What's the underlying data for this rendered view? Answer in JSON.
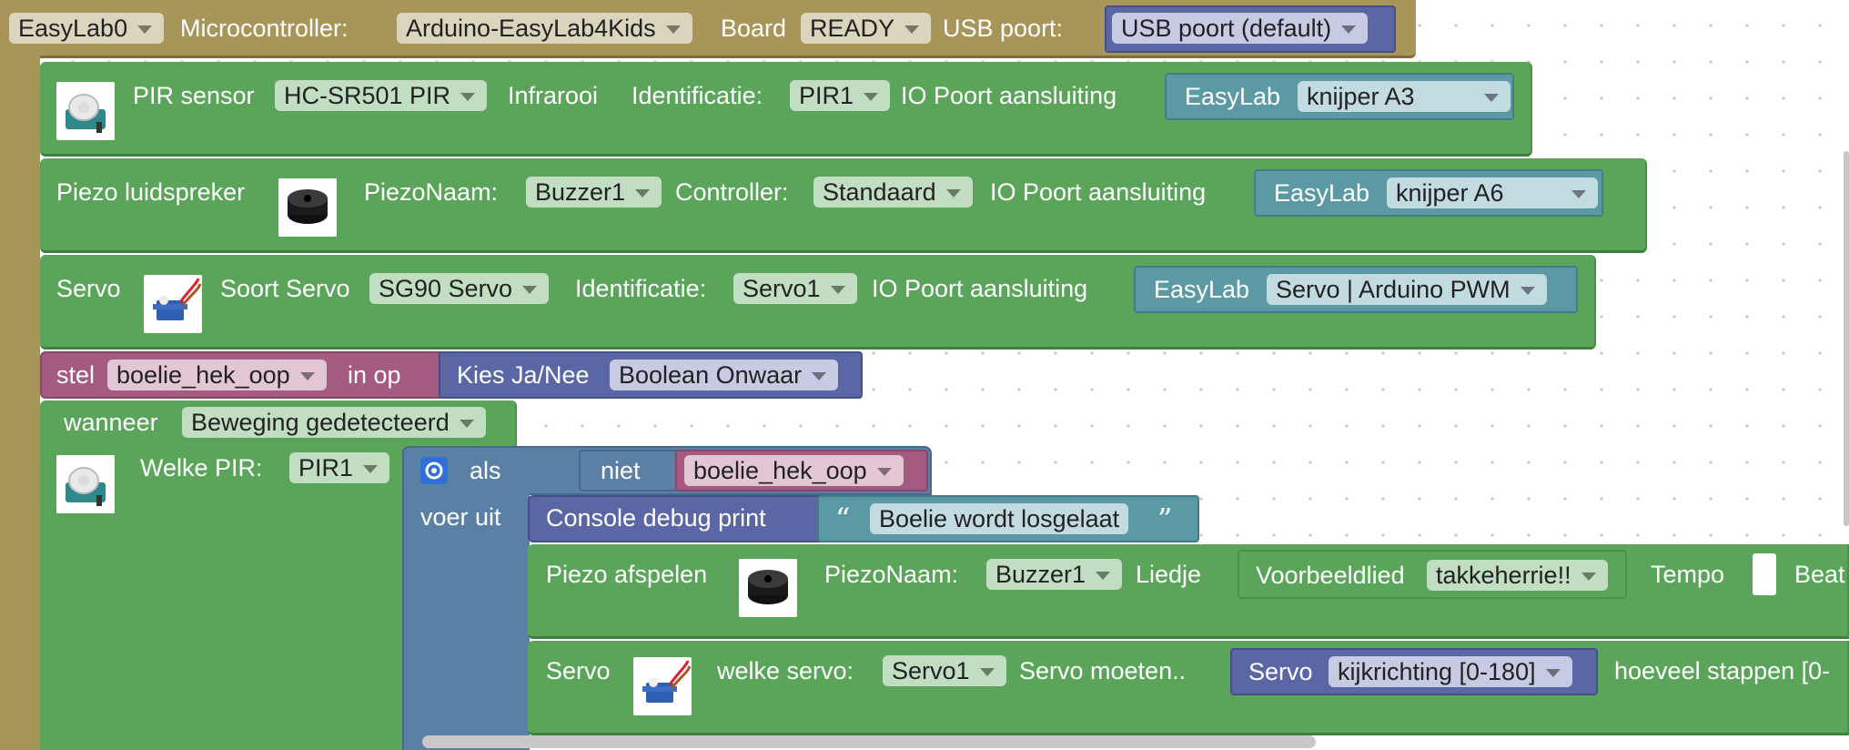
{
  "top_block": {
    "device_dd": "EasyLab0",
    "microcontroller_label": "Microcontroller:",
    "microcontroller_dd": "Arduino-EasyLab4Kids",
    "board_label": "Board",
    "board_dd": "READY",
    "usb_label": "USB poort:",
    "usb_dd": "USB poort (default)"
  },
  "pir_block": {
    "label": "PIR sensor",
    "type_dd": "HC-SR501 PIR",
    "infra_label": "Infrarooi",
    "id_label": "Identificatie:",
    "id_dd": "PIR1",
    "io_label": "IO Poort aansluiting",
    "port_label": "EasyLab",
    "port_dd": "knijper A3"
  },
  "piezo_block": {
    "label": "Piezo luidspreker",
    "name_label": "PiezoNaam:",
    "name_dd": "Buzzer1",
    "controller_label": "Controller:",
    "controller_dd": "Standaard",
    "io_label": "IO Poort aansluiting",
    "port_label": "EasyLab",
    "port_dd": "knijper A6"
  },
  "servo_block": {
    "label": "Servo",
    "type_label": "Soort Servo",
    "type_dd": "SG90 Servo",
    "id_label": "Identificatie:",
    "id_dd": "Servo1",
    "io_label": "IO Poort aansluiting",
    "port_label": "EasyLab",
    "port_dd": "Servo | Arduino PWM"
  },
  "set_block": {
    "stel_label": "stel",
    "var_dd": "boelie_hek_oop",
    "in_op_label": "in op",
    "bool_label": "Kies Ja/Nee",
    "bool_dd": "Boolean Onwaar"
  },
  "when_block": {
    "wanneer_label": "wanneer",
    "event_dd": "Beweging gedetecteerd",
    "which_pir_label": "Welke PIR:",
    "which_pir_dd": "PIR1"
  },
  "if_block": {
    "als_label": "als",
    "niet_label": "niet",
    "var_dd": "boelie_hek_oop",
    "voer_uit_label": "voer uit"
  },
  "console_block": {
    "label": "Console debug print",
    "open_quote": "“",
    "text": "Boelie wordt losgelaat",
    "close_quote": "”"
  },
  "piezo_play_block": {
    "label": "Piezo afspelen",
    "name_label": "PiezoNaam:",
    "name_dd": "Buzzer1",
    "song_label": "Liedje",
    "example_label": "Voorbeeldlied",
    "example_dd": "takkeherrie!!",
    "tempo_label": "Tempo",
    "beat_label": "Beat"
  },
  "servo_move_block": {
    "label": "Servo",
    "which_label": "welke servo:",
    "which_dd": "Servo1",
    "must_label": "Servo moeten..",
    "servo_label": "Servo",
    "direction_dd": "kijkrichting [0-180]",
    "steps_label": "hoeveel stappen [0-"
  },
  "colors": {
    "tan": "#a8955a",
    "green": "#5ba55b",
    "blue": "#5b80a5",
    "teal": "#5b9aa5",
    "purple": "#5b67a5",
    "pink": "#a55b80"
  }
}
